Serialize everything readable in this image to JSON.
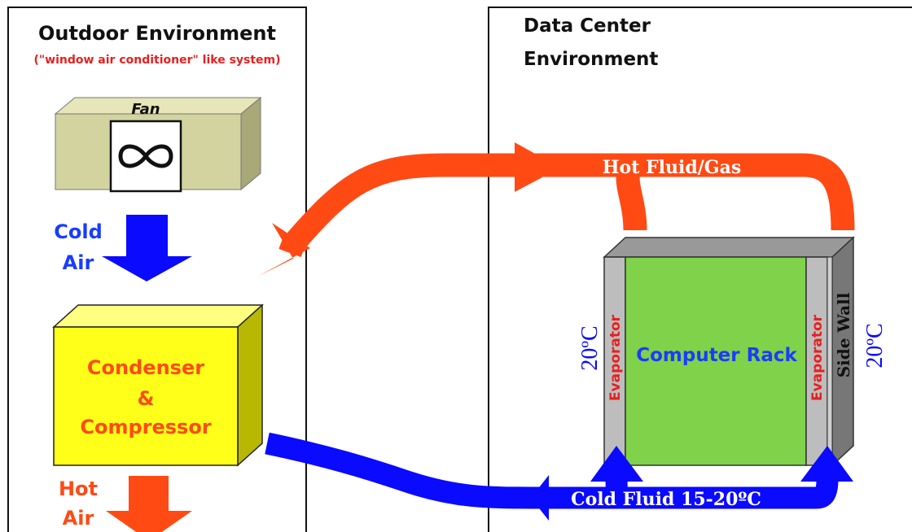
{
  "outdoor": {
    "title": "Outdoor Environment",
    "subtitle": "(\"window air conditioner\" like system)",
    "fan_label": "Fan",
    "cold_air_line1": "Cold",
    "cold_air_line2": "Air",
    "condenser_line1": "Condenser",
    "condenser_line2": "&",
    "condenser_line3": "Compressor",
    "hot_air_line1": "Hot",
    "hot_air_line2": "Air"
  },
  "datacenter": {
    "title_line1": "Data Center",
    "title_line2": "Environment",
    "hot_flow_label": "Hot Fluid/Gas",
    "cold_flow_label": "Cold Fluid 15-20ºC",
    "rack_label": "Computer Rack",
    "evaporator_left": "Evaporator",
    "evaporator_right": "Evaporator",
    "side_wall": "Side Wall",
    "temp_left": "20ºC",
    "temp_right": "20ºC"
  },
  "colors": {
    "cold_blue": "#0a0aff",
    "hot_red": "#ff4a14",
    "label_red": "#e62020",
    "fan_box": "#d3d3a0",
    "condenser": "#ffff19",
    "rack_green": "#7fd24a",
    "evaporator_gray": "#bdbdbd"
  }
}
